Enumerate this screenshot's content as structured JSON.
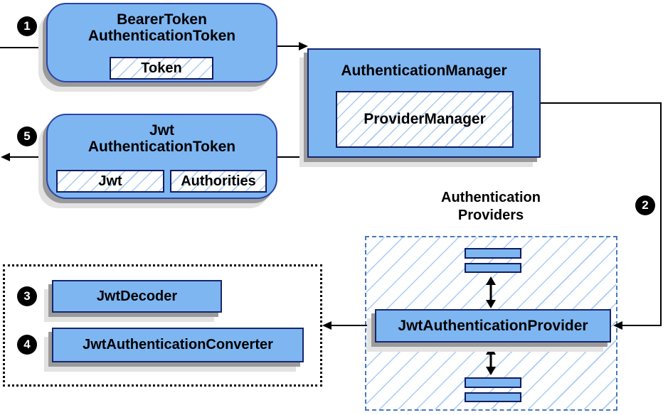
{
  "nodes": {
    "bearer_token": {
      "title_line1": "BearerToken",
      "title_line2": "AuthenticationToken",
      "chip": "Token"
    },
    "authentication_manager": {
      "title": "AuthenticationManager",
      "chip": "ProviderManager"
    },
    "jwt_authentication_token": {
      "title_line1": "Jwt",
      "title_line2": "AuthenticationToken",
      "chip_jwt": "Jwt",
      "chip_authorities": "Authorities"
    },
    "authentication_providers": {
      "label_line1": "Authentication",
      "label_line2": "Providers"
    },
    "jwt_authentication_provider": {
      "title": "JwtAuthenticationProvider"
    },
    "jwt_decoder": {
      "title": "JwtDecoder"
    },
    "jwt_authentication_converter": {
      "title": "JwtAuthenticationConverter"
    }
  },
  "step_badges": {
    "one": "1",
    "two": "2",
    "three": "3",
    "four": "4",
    "five": "5"
  },
  "colors": {
    "node_fill": "#7eb6f2",
    "node_border": "#17266b",
    "rounded_node_border": "#2a44a6",
    "hatch_line": "#a8cbf2",
    "providers_dashed_border": "#4878bd",
    "resolvers_dotted_border": "#000000",
    "connector": "#000000",
    "shadow_dark": "#9a9a9a",
    "shadow_light": "#e2e2e2",
    "badge_background": "#000000",
    "badge_text": "#ffffff"
  }
}
